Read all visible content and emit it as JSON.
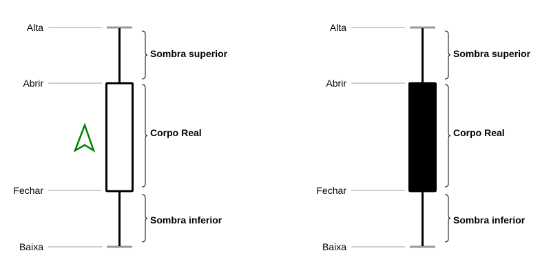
{
  "candles": [
    {
      "type": "bullish",
      "price_labels": {
        "high": "Alta",
        "open": "Abrir",
        "close": "Fechar",
        "low": "Baixa"
      },
      "part_labels": {
        "upper": "Sombra superior",
        "body": "Corpo Real",
        "lower": "Sombra inferior"
      },
      "body_fill": "#ffffff",
      "arrow": {
        "icon": "arrow-up-outline-icon",
        "color": "#008000"
      }
    },
    {
      "type": "bearish",
      "price_labels": {
        "high": "Alta",
        "open": "Abrir",
        "close": "Fechar",
        "low": "Baixa"
      },
      "part_labels": {
        "upper": "Sombra superior",
        "body": "Corpo Real",
        "lower": "Sombra inferior"
      },
      "body_fill": "#000000",
      "arrow": {
        "icon": "arrow-down-filled-icon",
        "color": "#ff0000"
      }
    }
  ]
}
